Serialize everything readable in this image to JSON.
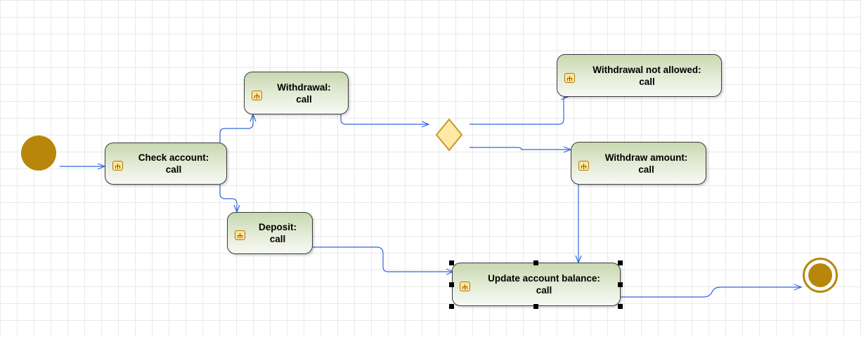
{
  "diagram": {
    "nodes": {
      "check_account": {
        "line1": "Check account:",
        "line2": "call"
      },
      "withdrawal": {
        "line1": "Withdrawal:",
        "line2": "call"
      },
      "deposit": {
        "line1": "Deposit:",
        "line2": "call"
      },
      "withdrawal_not_allowed": {
        "line1": "Withdrawal not allowed:",
        "line2": "call"
      },
      "withdraw_amount": {
        "line1": "Withdraw amount:",
        "line2": "call"
      },
      "update_account_balance": {
        "line1": "Update account balance:",
        "line2": "call"
      }
    },
    "selected_node": "update_account_balance",
    "colors": {
      "edge": "#3366dd",
      "start_end": "#b8860b",
      "decision_fill": "#ffe8a8",
      "decision_stroke": "#c89a20",
      "node_fill_top": "#c8d8b0",
      "node_fill_bottom": "#f7f9f3"
    }
  }
}
